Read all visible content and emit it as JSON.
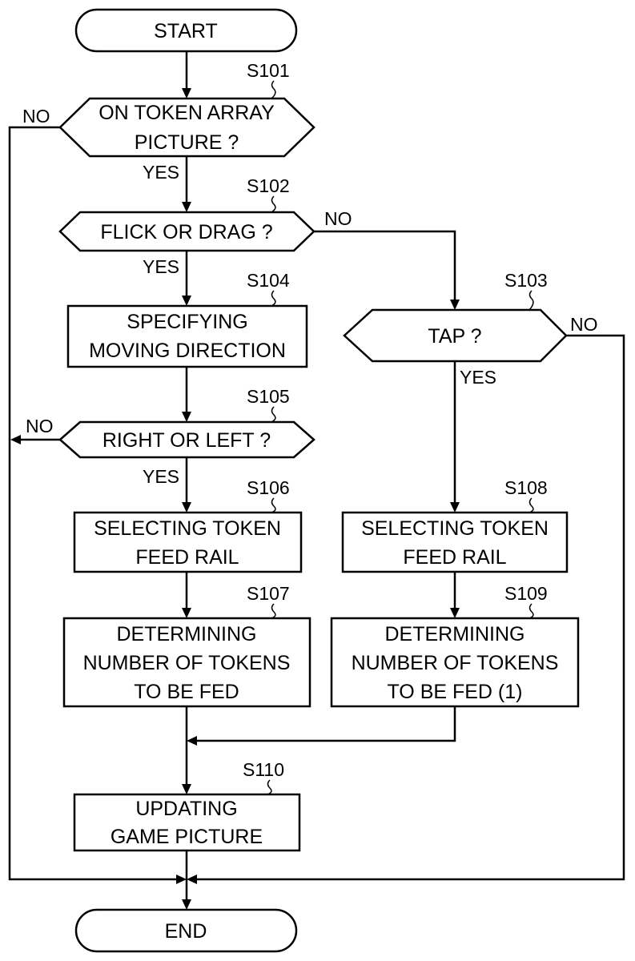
{
  "nodes": {
    "start": {
      "lines": [
        "START"
      ]
    },
    "s101": {
      "step": "S101",
      "lines": [
        "ON TOKEN ARRAY",
        "PICTURE ?"
      ]
    },
    "s102": {
      "step": "S102",
      "lines": [
        "FLICK OR DRAG ?"
      ]
    },
    "s103": {
      "step": "S103",
      "lines": [
        "TAP ?"
      ]
    },
    "s104": {
      "step": "S104",
      "lines": [
        "SPECIFYING",
        "MOVING DIRECTION"
      ]
    },
    "s105": {
      "step": "S105",
      "lines": [
        "RIGHT OR LEFT ?"
      ]
    },
    "s106": {
      "step": "S106",
      "lines": [
        "SELECTING TOKEN",
        "FEED RAIL"
      ]
    },
    "s107": {
      "step": "S107",
      "lines": [
        "DETERMINING",
        "NUMBER OF TOKENS",
        "TO BE FED"
      ]
    },
    "s108": {
      "step": "S108",
      "lines": [
        "SELECTING TOKEN",
        "FEED RAIL"
      ]
    },
    "s109": {
      "step": "S109",
      "lines": [
        "DETERMINING",
        "NUMBER OF TOKENS",
        "TO BE FED (1)"
      ]
    },
    "s110": {
      "step": "S110",
      "lines": [
        "UPDATING",
        "GAME PICTURE"
      ]
    },
    "end": {
      "lines": [
        "END"
      ]
    }
  },
  "branches": {
    "s101_no": "NO",
    "s101_yes": "YES",
    "s102_no": "NO",
    "s102_yes": "YES",
    "s103_no": "NO",
    "s103_yes": "YES",
    "s105_no": "NO",
    "s105_yes": "YES"
  }
}
